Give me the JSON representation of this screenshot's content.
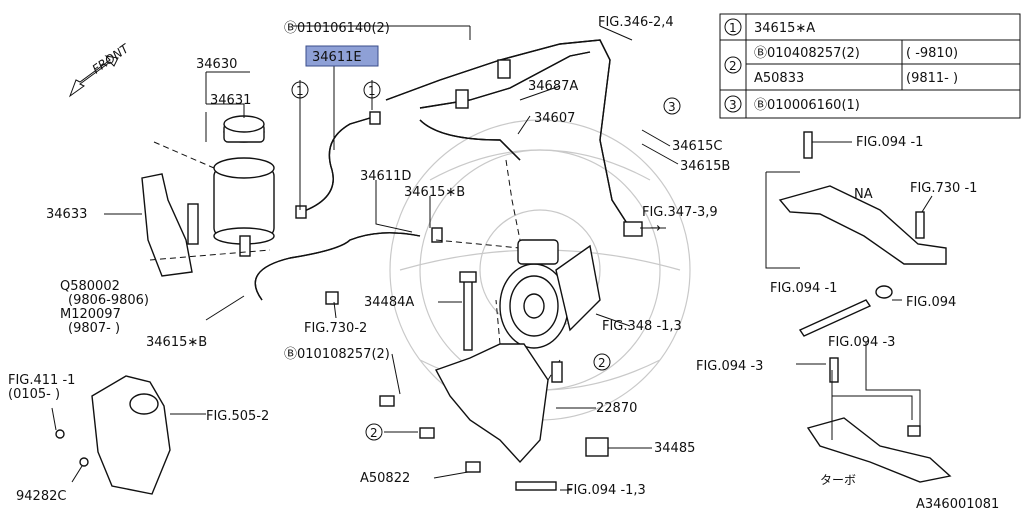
{
  "diagram": {
    "front_label": "FRONT",
    "drawing_id": "A346001081",
    "turbo_label": "ターボ",
    "na_label": "NA",
    "highlighted_part": "34611E"
  },
  "legend": {
    "rows": [
      {
        "circle": "1",
        "line1": "34615∗A",
        "line2": "",
        "col2a": "",
        "col2b": ""
      },
      {
        "circle": "2",
        "line1": "Ⓑ010408257(2)",
        "line2": "A50833",
        "col2a": "(      -9810)",
        "col2b": "(9811-      )"
      },
      {
        "circle": "3",
        "line1": "Ⓑ010006160(1)",
        "line2": "",
        "col2a": "",
        "col2b": ""
      }
    ]
  },
  "labels": {
    "p34630": "34630",
    "p34631": "34631",
    "p34633": "34633",
    "p34611e": "34611E",
    "bolt_top": "Ⓑ010106140(2)",
    "fig346": "FIG.346-2,4",
    "p34687a": "34687A",
    "p34607": "34607",
    "p34615c": "34615C",
    "p34615b": "34615B",
    "fig347": "FIG.347-3,9",
    "p34611d": "34611D",
    "p34615sb_top": "34615∗B",
    "q580002": "Q580002",
    "q580002_range": "(9806-9806)",
    "m120097": "M120097",
    "m120097_range": "(9807-      )",
    "p34615sb_bottom": "34615∗B",
    "p34484a": "34484A",
    "fig730_2": "FIG.730-2",
    "fig348": "FIG.348 -1,3",
    "bolt_mid": "Ⓑ010108257(2)",
    "p22870": "22870",
    "p34485": "34485",
    "a50822": "A50822",
    "fig094_13": "FIG.094 -1,3",
    "fig411": "FIG.411 -1",
    "fig411_range": "(0105-      )",
    "fig505": "FIG.505-2",
    "p94282c": "94282C",
    "fig094_1a": "FIG.094 -1",
    "fig730_1": "FIG.730 -1",
    "fig094_1b": "FIG.094 -1",
    "fig094": "FIG.094",
    "fig094_3a": "FIG.094 -3",
    "fig094_3b": "FIG.094 -3",
    "c1a": "1",
    "c1b": "1",
    "c2a": "2",
    "c2b": "2",
    "c3": "3"
  }
}
